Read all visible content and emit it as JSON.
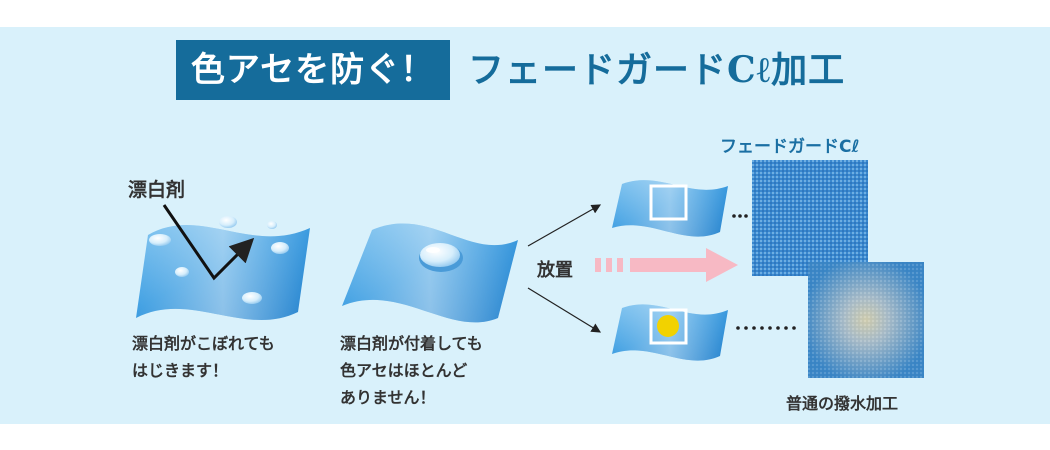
{
  "title": {
    "badge": "色アセを防ぐ！",
    "heading": "フェードガードCℓ加工"
  },
  "labels": {
    "bleach": "漂白剤",
    "caption_left_1": "漂白剤がこぼれても",
    "caption_left_2": "はじきます！",
    "caption_mid_1": "漂白剤が付着しても",
    "caption_mid_2": "色アセはほとんど",
    "caption_mid_3": "ありません！",
    "leave": "放置",
    "fadeguard": "フェードガードCℓ",
    "normal": "普通の撥水加工"
  },
  "colors": {
    "panel_bg": "#d9f1fb",
    "brand_blue": "#156c9b",
    "cloth_blue": "#3a9be0",
    "stain_yellow": "#f2d200",
    "arrow_pink": "#f7b9c4"
  }
}
